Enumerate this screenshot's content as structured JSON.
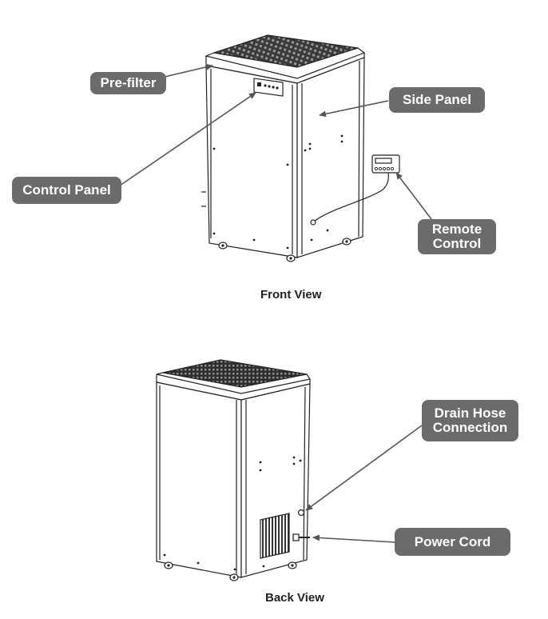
{
  "front": {
    "caption": "Front View",
    "labels": {
      "prefilter": "Pre-filter",
      "side_panel": "Side Panel",
      "control_panel": "Control Panel",
      "remote_control": "Remote\nControl"
    }
  },
  "back": {
    "caption": "Back View",
    "labels": {
      "drain_hose": "Drain Hose\nConnection",
      "power_cord": "Power Cord"
    }
  },
  "colors": {
    "callout_bg": "#6b6b6b",
    "callout_text": "#ffffff",
    "line": "#222222",
    "leader": "#555555"
  }
}
